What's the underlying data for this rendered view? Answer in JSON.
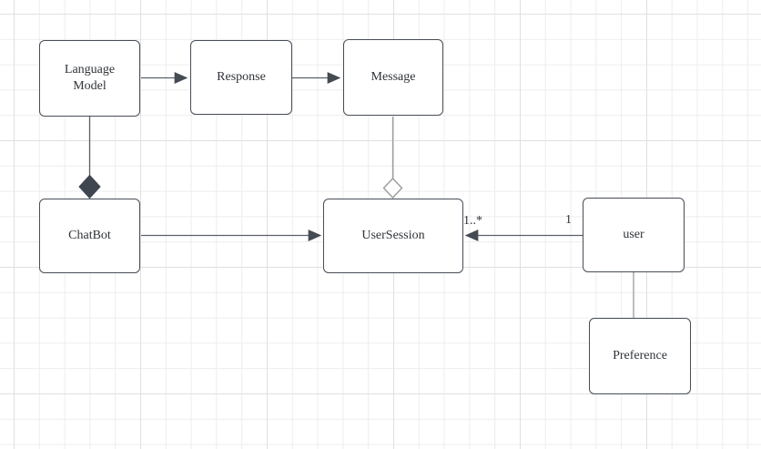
{
  "diagram": {
    "kind": "uml-class-diagram-canvas",
    "nodes": [
      {
        "id": "language-model",
        "label": "Language Model"
      },
      {
        "id": "response",
        "label": "Response"
      },
      {
        "id": "message",
        "label": "Message"
      },
      {
        "id": "chatbot",
        "label": "ChatBot"
      },
      {
        "id": "user-session",
        "label": "UserSession"
      },
      {
        "id": "user",
        "label": "user"
      },
      {
        "id": "preference",
        "label": "Preference"
      }
    ],
    "edges": [
      {
        "from": "language-model",
        "to": "response",
        "type": "directed-arrow"
      },
      {
        "from": "response",
        "to": "message",
        "type": "directed-arrow"
      },
      {
        "from": "language-model",
        "to": "chatbot",
        "type": "composition-filled-diamond"
      },
      {
        "from": "message",
        "to": "user-session",
        "type": "aggregation-hollow-diamond"
      },
      {
        "from": "chatbot",
        "to": "user-session",
        "type": "directed-arrow"
      },
      {
        "from": "user",
        "to": "user-session",
        "type": "directed-arrow",
        "source_label": "1",
        "target_label": "1..*"
      },
      {
        "from": "user",
        "to": "preference",
        "type": "plain-line"
      }
    ],
    "style": {
      "canvas_background": "#ffffff",
      "grid_minor_color": "#ededed",
      "grid_major_color": "#e0e0e0",
      "node_fill": "#ffffff",
      "node_border_color": "#474d57",
      "node_text_color": "#2f3338",
      "edge_color": "#5a6067",
      "edge_light_color": "#9b9b9b",
      "composition_diamond_fill": "#3f4650",
      "arrowhead_color": "#454b53"
    }
  }
}
